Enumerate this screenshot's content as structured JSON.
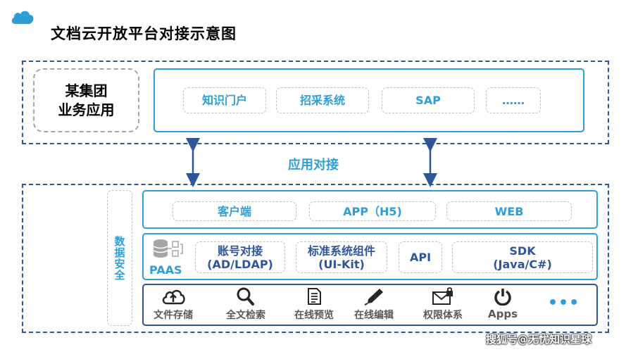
{
  "title": "文档云开放平台对接示意图",
  "group": {
    "line1": "某集团",
    "line2": "业务应用"
  },
  "apps": [
    "知识门户",
    "招采系统",
    "SAP",
    "……"
  ],
  "connection_label": "应用对接",
  "security_label": "数据安全",
  "clients": [
    "客户端",
    "APP（H5)",
    "WEB"
  ],
  "paas": {
    "label": "PAAS",
    "items": [
      {
        "line1": "账号对接",
        "line2": "(AD/LDAP)"
      },
      {
        "line1": "标准系统组件",
        "line2": "(UI-Kit)"
      },
      {
        "line1": "API",
        "line2": ""
      },
      {
        "line1": "SDK",
        "line2": "(Java/C#)"
      }
    ]
  },
  "base_services": [
    {
      "label": "文件存储",
      "icon": "cloud-upload-icon"
    },
    {
      "label": "全文检索",
      "icon": "magnifier-icon"
    },
    {
      "label": "在线预览",
      "icon": "document-icon"
    },
    {
      "label": "在线编辑",
      "icon": "pen-icon"
    },
    {
      "label": "权限体系",
      "icon": "mail-lock-icon"
    },
    {
      "label": "Apps",
      "icon": "power-icon"
    }
  ],
  "more_label": "•••",
  "watermark": "搜狐号@无忧知识星球",
  "colors": {
    "accent": "#2e9ed8",
    "dark_blue": "#2f5597",
    "gray": "#595959"
  }
}
